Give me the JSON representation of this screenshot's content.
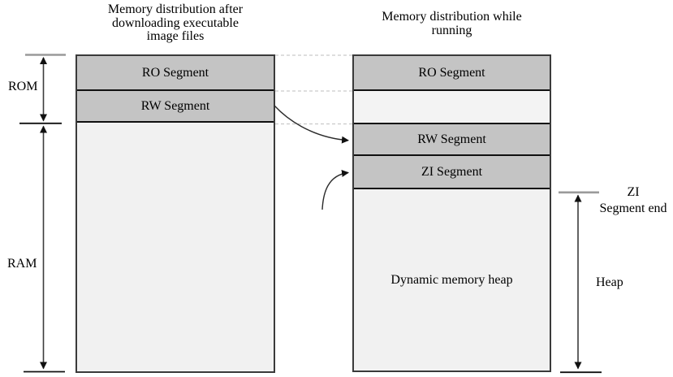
{
  "diagram": {
    "left": {
      "title": "Memory distribution after\ndownloading executable\nimage files",
      "ro_label": "RO Segment",
      "rw_label": "RW Segment"
    },
    "right": {
      "title": "Memory distribution while\nrunning",
      "ro_label": "RO Segment",
      "rw_label": "RW Segment",
      "zi_label": "ZI Segment",
      "heap_label": "Dynamic memory heap"
    },
    "annotations": {
      "rom": "ROM",
      "ram": "RAM",
      "zi_end": "ZI\nSegment end",
      "heap": "Heap"
    },
    "colors": {
      "segment_fill": "#c4c4c4",
      "empty_fill": "#f1f1f1",
      "gap_fill": "#f3f3f3",
      "box_border": "#3a3a3a",
      "divider": "#101010",
      "dashed_line": "#c9c9c9",
      "tick_gray": "#9a9a9a",
      "arrow": "#3c3c3c"
    }
  }
}
